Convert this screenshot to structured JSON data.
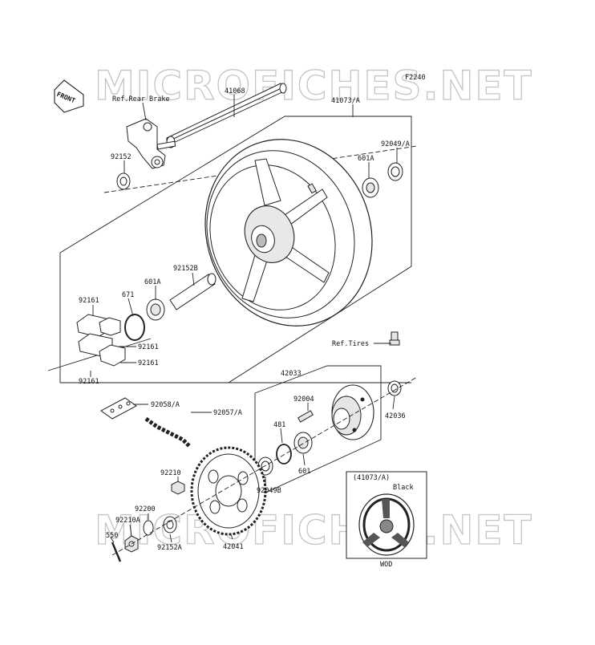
{
  "diagram": {
    "code": "F2240",
    "front_label": "FRONT",
    "watermark": "MICROFICHES.NET",
    "inset_title": "(41073/A)",
    "inset_color": "Black",
    "inset_caption": "WOD"
  },
  "labels": {
    "ref_rear_brake": "Ref.Rear Brake",
    "p41068": "41068",
    "p41073a": "41073/A",
    "p92049a": "92049/A",
    "p601a_top": "601A",
    "p92152": "92152",
    "p92152b": "92152B",
    "p601a_mid": "601A",
    "p671": "671",
    "p92161_a": "92161",
    "p92161_b": "92161",
    "p92161_c": "92161",
    "p92161_d": "92161",
    "ref_tires": "Ref.Tires",
    "p42033": "42033",
    "p92004": "92004",
    "p42036": "42036",
    "p92058a": "92058/A",
    "p92057a": "92057/A",
    "p481": "481",
    "p601": "601",
    "p92049b": "92049B",
    "p92210": "92210",
    "p92200": "92200",
    "p92210a": "92210A",
    "p550": "550",
    "p92152a": "92152A",
    "p42041": "42041"
  }
}
